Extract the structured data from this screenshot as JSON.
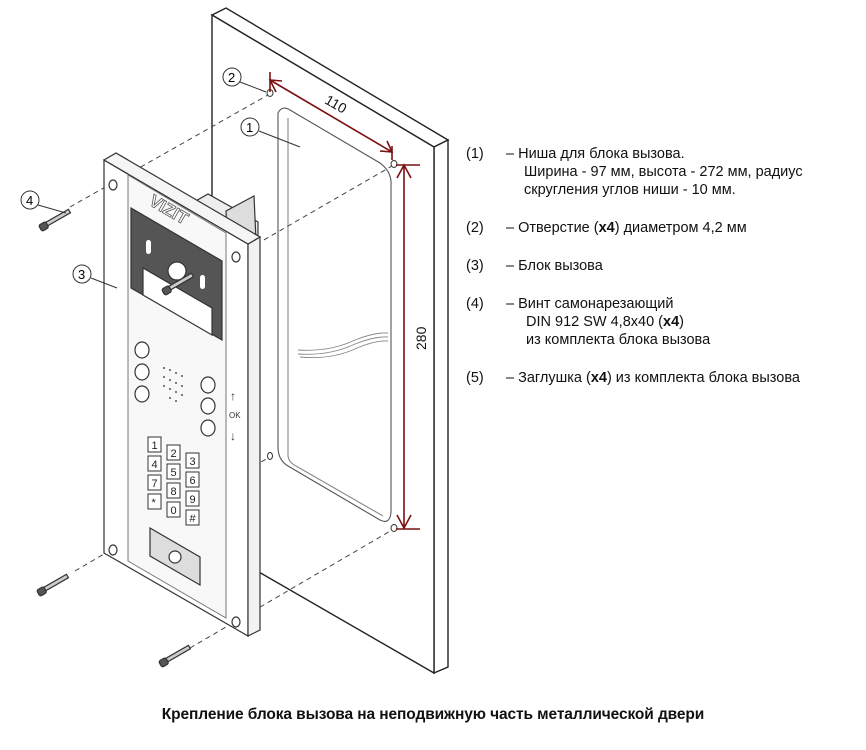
{
  "diagram": {
    "dimension_color": "#7a1010",
    "dimensions": {
      "width_label": "110",
      "height_label": "280"
    },
    "callouts": [
      "1",
      "2",
      "3",
      "4"
    ],
    "panel": {
      "brand": "VIZIT",
      "keypad_keys": [
        "1",
        "2",
        "3",
        "4",
        "5",
        "6",
        "7",
        "8",
        "9",
        "*",
        "0",
        "#"
      ],
      "side_labels": [
        "↑",
        "OK",
        "↓"
      ]
    }
  },
  "legend": {
    "items": [
      {
        "num": "(1)",
        "lines": [
          "– Ниша для блока вызова.",
          "Ширина - 97 мм, высота - 272 мм, радиус",
          "скругления углов ниши - 10 мм."
        ]
      },
      {
        "num": "(2)",
        "pre": "– Отверстие (",
        "bold": "x4",
        "post": ") диаметром 4,2 мм"
      },
      {
        "num": "(3)",
        "text": "– Блок вызова"
      },
      {
        "num": "(4)",
        "line1": "– Винт самонарезающий",
        "line2_pre": "DIN 912 SW 4,8x40 (",
        "line2_bold": "x4",
        "line2_post": ")",
        "line3": "из комплекта блока вызова"
      },
      {
        "num": "(5)",
        "pre": "– Заглушка (",
        "bold": "x4",
        "post": ") из комплекта блока вызова"
      }
    ]
  },
  "caption": "Крепление блока вызова на неподвижную часть металлической двери"
}
